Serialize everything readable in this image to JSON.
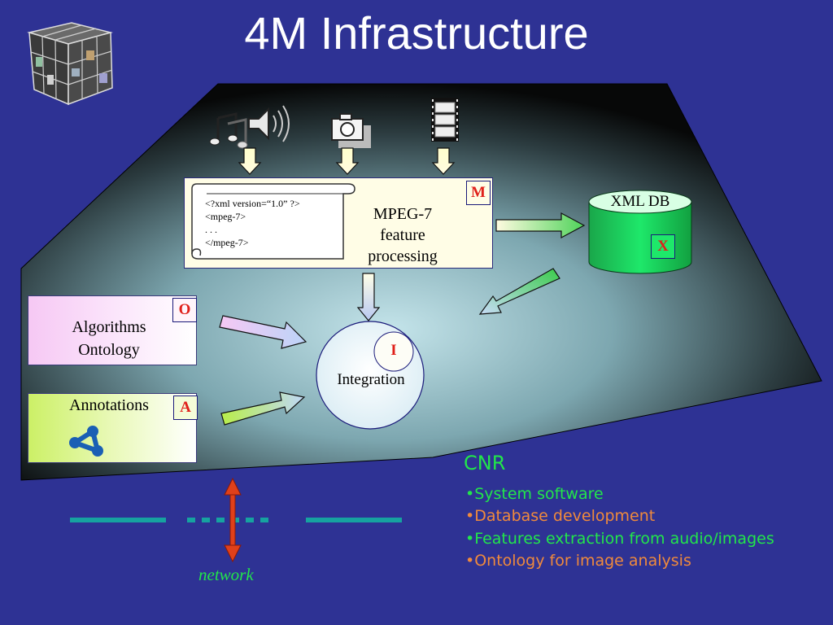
{
  "title": "4M Infrastructure",
  "mpeg": {
    "label_lines": [
      "MPEG-7",
      "feature",
      "processing"
    ],
    "code_lines": [
      "<?xml version=“1.0” ?>",
      "<mpeg-7>",
      ". . .",
      "</mpeg-7>"
    ],
    "badge": "M"
  },
  "xml_db": {
    "label": "XML DB",
    "badge": "X"
  },
  "algorithms": {
    "label_lines": [
      "Algorithms",
      "Ontology"
    ],
    "badge": "O"
  },
  "annotations": {
    "label": "Annotations",
    "badge": "A"
  },
  "integration": {
    "label": "Integration",
    "badge": "I"
  },
  "cnr": {
    "title": "CNR",
    "items": [
      "•System software",
      "•Database development",
      "•Features extraction from audio/images",
      "•Ontology for image analysis"
    ]
  },
  "network": {
    "label": "network"
  },
  "icons": [
    "cube-logo-icon",
    "music-notes-icon",
    "speaker-icon",
    "camera-icon",
    "film-strip-icon",
    "network-graph-icon"
  ],
  "colors": {
    "background": "#2e3294",
    "badge_text": "#e0201a",
    "cnr_title": "#22e64a",
    "cnr_items_green": "#22e64a",
    "cnr_items_orange": "#f08a3c",
    "network_line": "#16a3a0",
    "network_arrow": "#e0401a"
  }
}
